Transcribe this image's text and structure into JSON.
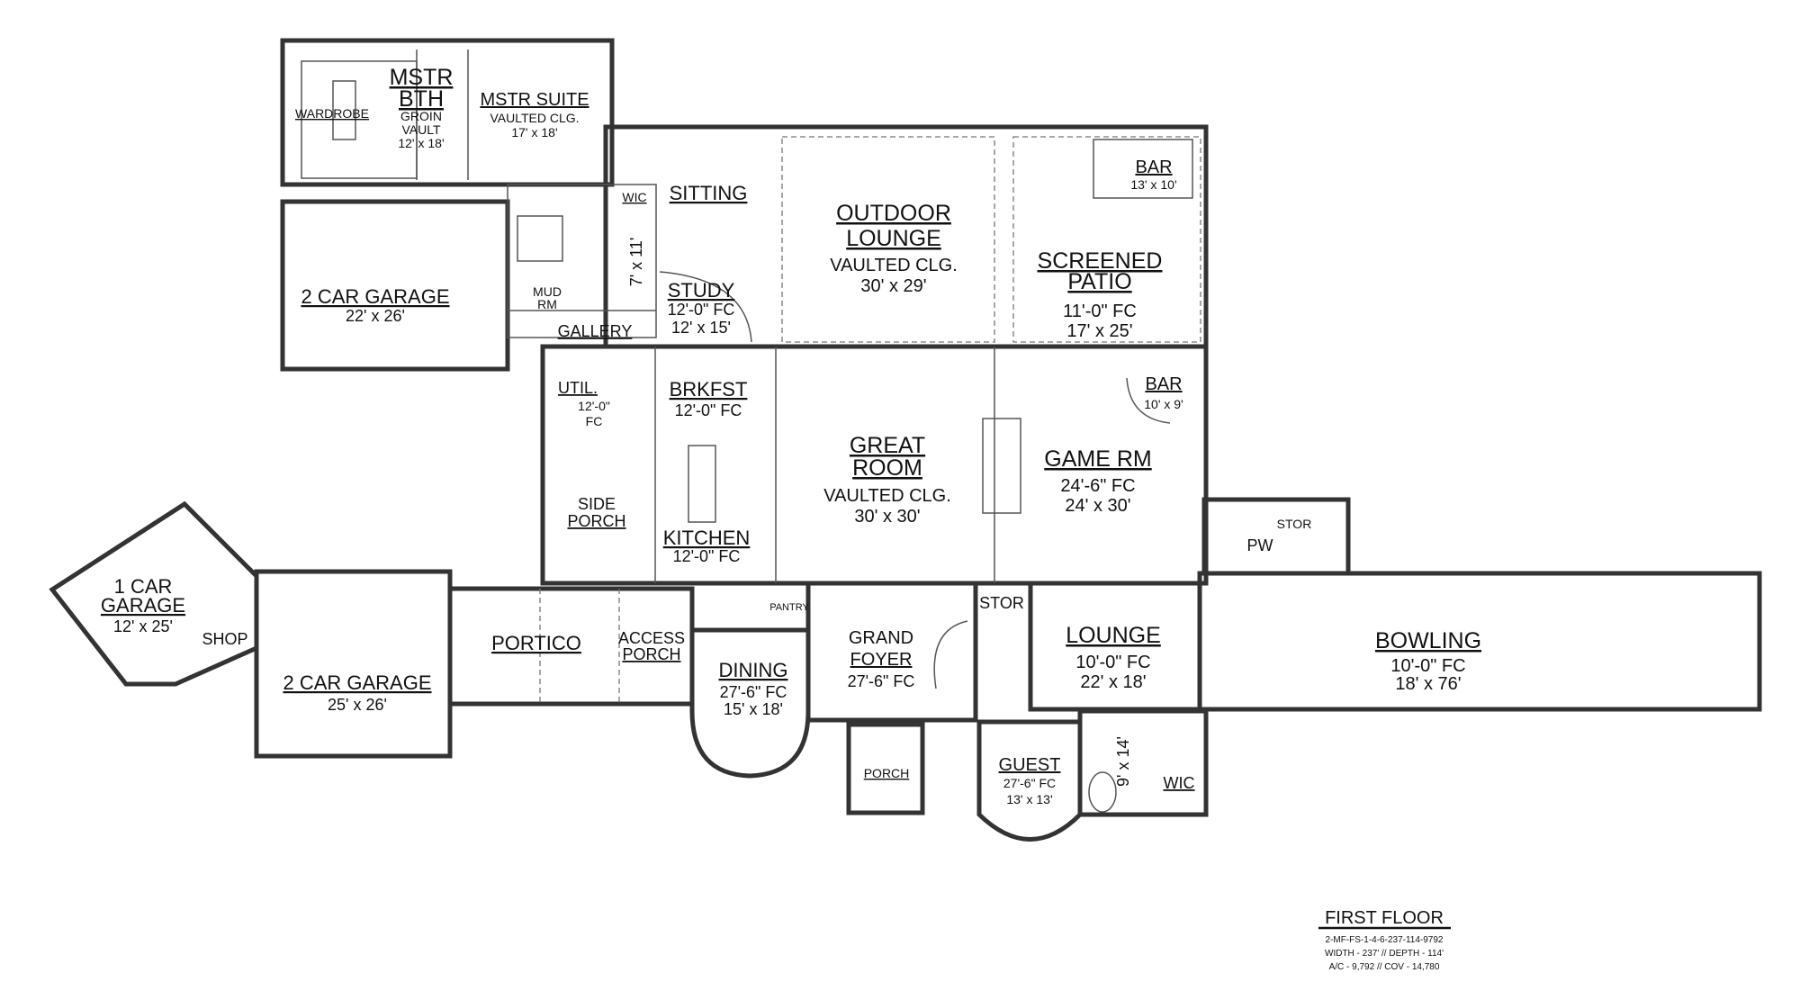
{
  "plan": {
    "title": "FIRST FLOOR",
    "code": "2-MF-FS-1-4-6-237-114-9792",
    "dimensions": "WIDTH - 237' // DEPTH - 114'",
    "area": "A/C - 9,792 // COV - 14,780"
  },
  "rooms": {
    "mstr_bth": {
      "name1": "MSTR",
      "name2": "BTH",
      "l1": "GROIN",
      "l2": "VAULT",
      "size": "12' x 18'"
    },
    "wardrobe": {
      "name": "WARDROBE"
    },
    "mstr_suite": {
      "name": "MSTR SUITE",
      "ceiling": "VAULTED CLG.",
      "size": "17' x 18'"
    },
    "wic_top": {
      "name": "WIC"
    },
    "sitting": {
      "name": "SITTING"
    },
    "outdoor_lounge": {
      "name1": "OUTDOOR",
      "name2": "LOUNGE",
      "ceiling": "VAULTED CLG.",
      "size": "30' x 29'"
    },
    "bar_top": {
      "name": "BAR",
      "size": "13' x 10'"
    },
    "screened_patio": {
      "name1": "SCREENED",
      "name2": "PATIO",
      "ceiling": "11'-0\" FC",
      "size": "17' x 25'"
    },
    "garage_top": {
      "name": "2 CAR GARAGE",
      "size": "22' x 26'"
    },
    "bath_top": {
      "size": "7' x 11'"
    },
    "study": {
      "name": "STUDY",
      "ceiling": "12'-0\" FC",
      "size": "12' x 15'"
    },
    "mud_rm": {
      "name1": "MUD",
      "name2": "RM"
    },
    "gallery": {
      "name": "GALLERY"
    },
    "util": {
      "name": "UTIL.",
      "ceiling1": "12'-0\"",
      "ceiling2": "FC"
    },
    "brkfst": {
      "name": "BRKFST",
      "ceiling": "12'-0\" FC"
    },
    "bar_game": {
      "name": "BAR",
      "size": "10' x 9'"
    },
    "great_room": {
      "name1": "GREAT",
      "name2": "ROOM",
      "ceiling": "VAULTED CLG.",
      "size": "30' x 30'"
    },
    "game_rm": {
      "name": "GAME RM",
      "ceiling": "24'-6\" FC",
      "size": "24' x 30'"
    },
    "side_porch": {
      "name1": "SIDE",
      "name2": "PORCH"
    },
    "kitchen": {
      "name": "KITCHEN",
      "ceiling": "12'-0\" FC"
    },
    "stor_pw": {
      "name": "STOR"
    },
    "pw": {
      "name": "PW"
    },
    "garage_1car": {
      "name1": "1 CAR",
      "name2": "GARAGE",
      "size": "12' x 25'"
    },
    "shop": {
      "name": "SHOP"
    },
    "garage_bottom": {
      "name": "2 CAR GARAGE",
      "size": "25' x 26'"
    },
    "portico": {
      "name": "PORTICO"
    },
    "access_porch": {
      "name1": "ACCESS",
      "name2": "PORCH"
    },
    "pantry": {
      "name": "PANTRY"
    },
    "stor_foyer": {
      "name": "STOR"
    },
    "grand_foyer": {
      "name1": "GRAND",
      "name2": "FOYER",
      "ceiling": "27'-6\" FC"
    },
    "dining": {
      "name": "DINING",
      "ceiling": "27'-6\" FC",
      "size": "15' x 18'"
    },
    "lounge": {
      "name": "LOUNGE",
      "ceiling": "10'-0\" FC",
      "size": "22' x 18'"
    },
    "bowling": {
      "name": "BOWLING",
      "ceiling": "10'-0\" FC",
      "size": "18' x 76'"
    },
    "porch": {
      "name": "PORCH"
    },
    "guest": {
      "name": "GUEST",
      "ceiling": "27'-6\" FC",
      "size": "13' x 13'"
    },
    "guest_bath": {
      "size": "9' x 14'"
    },
    "wic_guest": {
      "name": "WIC"
    }
  }
}
